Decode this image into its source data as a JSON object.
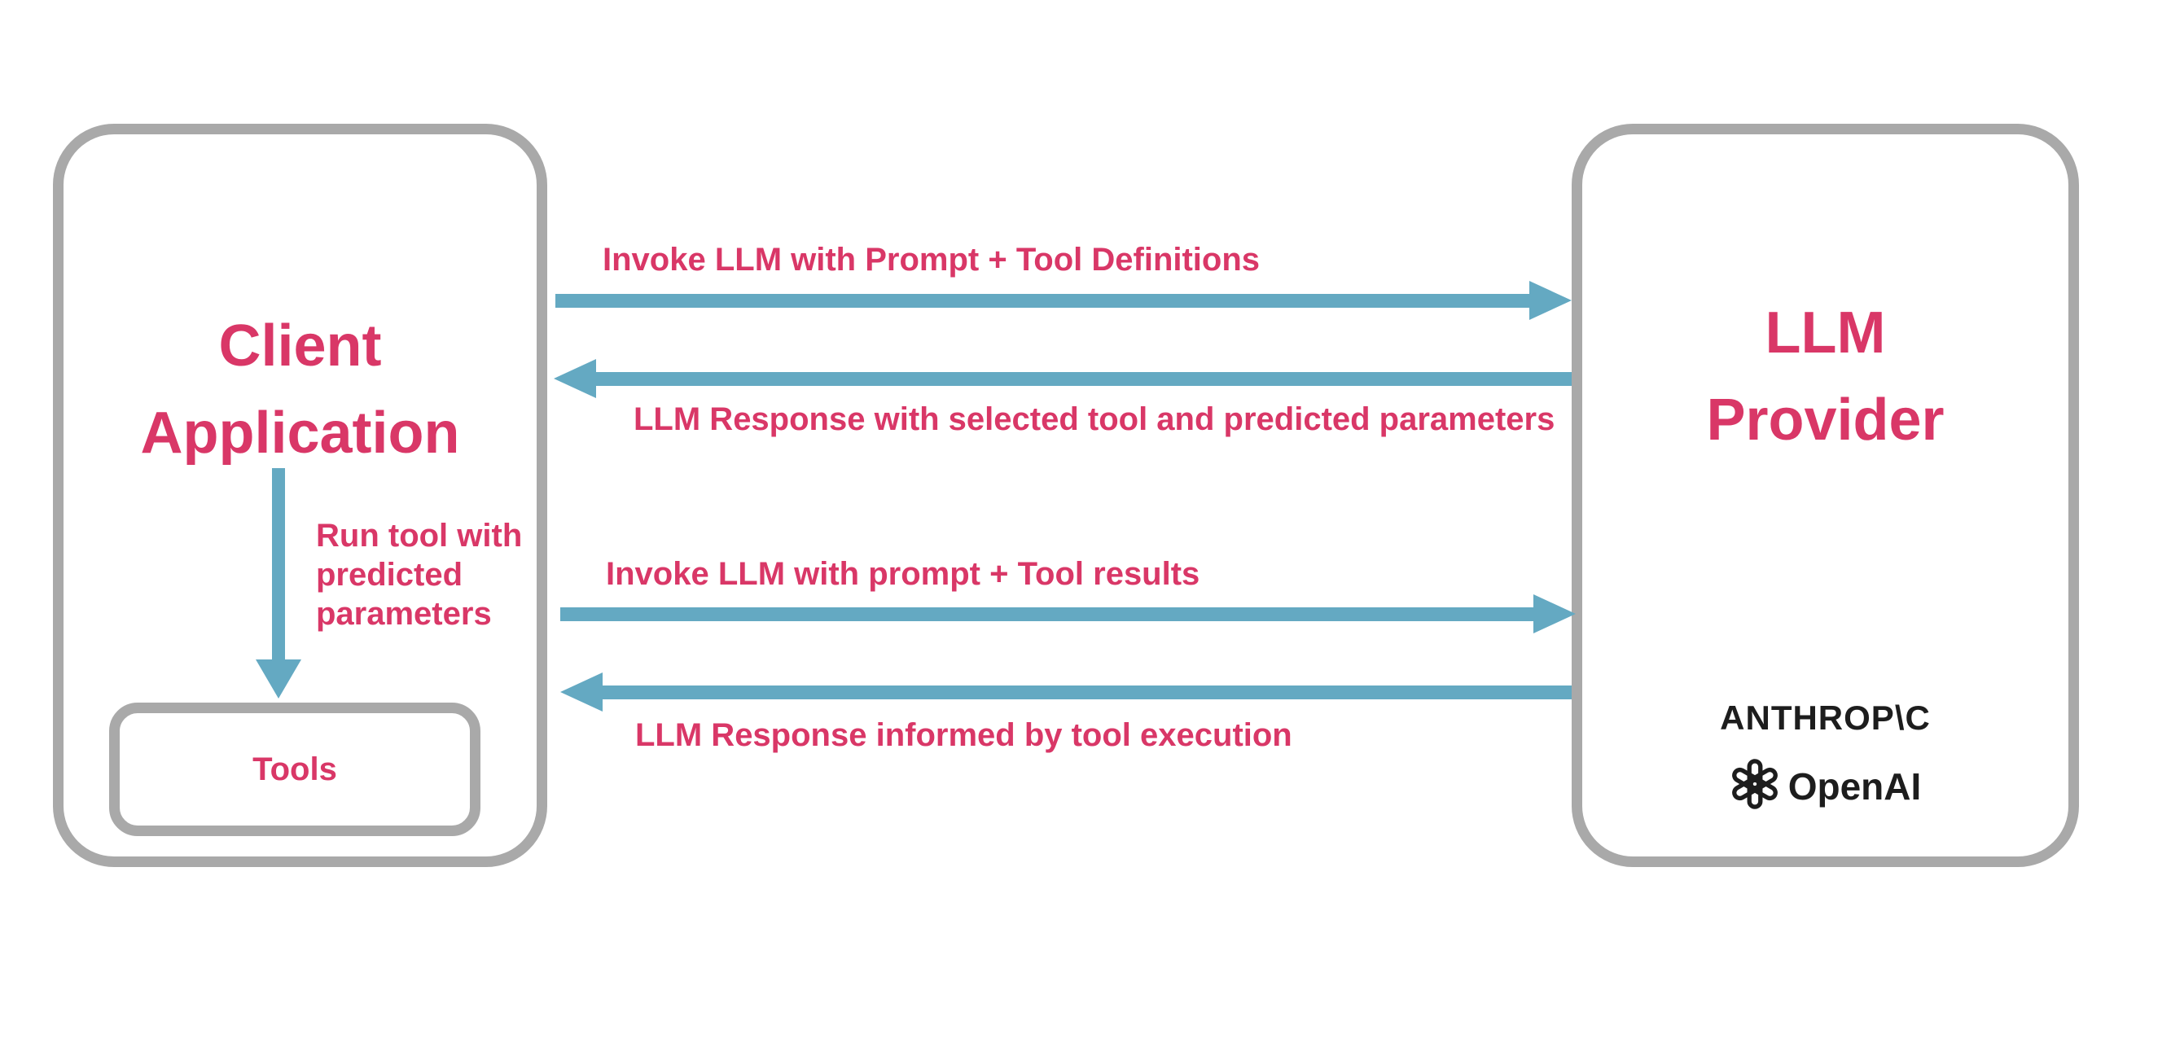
{
  "diagram": {
    "client_box": {
      "title_lines": [
        "Client",
        "Application"
      ],
      "tools_box": {
        "label": "Tools"
      },
      "run_tool_arrow_label": "Run tool with\npredicted\nparameters"
    },
    "provider_box": {
      "title_lines": [
        "LLM",
        "Provider"
      ],
      "logos": {
        "anthropic": "ANTHROP\\C",
        "openai": "OpenAI"
      }
    },
    "messages": [
      {
        "direction": "right",
        "label": "Invoke LLM with Prompt + Tool Definitions"
      },
      {
        "direction": "left",
        "label": "LLM Response with selected tool and predicted parameters"
      },
      {
        "direction": "right",
        "label": "Invoke LLM with prompt + Tool results"
      },
      {
        "direction": "left",
        "label": "LLM Response informed by tool execution"
      }
    ]
  },
  "colors": {
    "accent_pink": "#d93767",
    "arrow_blue": "#64a9c2",
    "border_grey": "#a9a9a9",
    "logo_dark": "#1d1d1d"
  }
}
